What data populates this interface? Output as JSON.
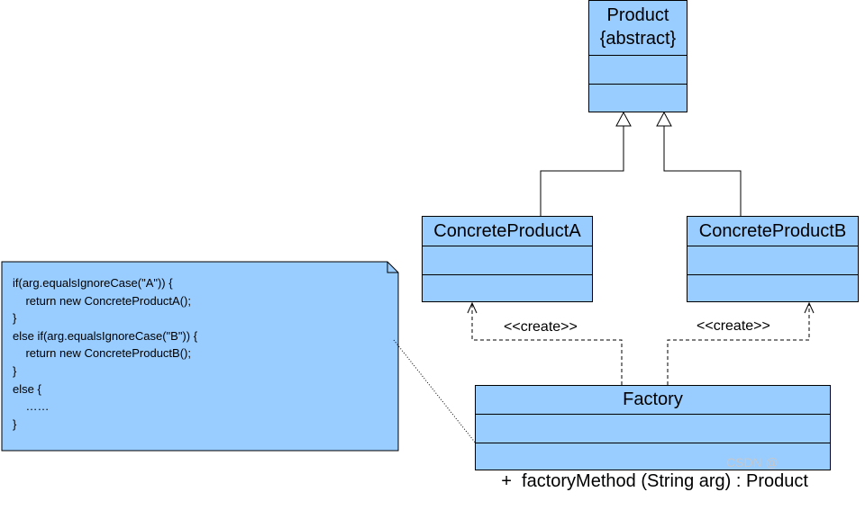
{
  "product": {
    "name": "Product",
    "stereotype": "{abstract}"
  },
  "concrete_a": {
    "name": "ConcreteProductA"
  },
  "concrete_b": {
    "name": "ConcreteProductB"
  },
  "factory": {
    "name": "Factory",
    "operation": "+  factoryMethod (String arg) : Product"
  },
  "relations": {
    "create_a": "<<create>>",
    "create_b": "<<create>>"
  },
  "note": {
    "lines": [
      "if(arg.equalsIgnoreCase(\"A\")) {",
      "\treturn new ConcreteProductA();",
      "}",
      "else if(arg.equalsIgnoreCase(\"B\")) {",
      "\treturn new ConcreteProductB();",
      "}",
      "else {",
      "\t……",
      "}"
    ]
  },
  "watermark": "CSDN @",
  "colors": {
    "class_fill": "#99ccff",
    "line": "#000000"
  }
}
